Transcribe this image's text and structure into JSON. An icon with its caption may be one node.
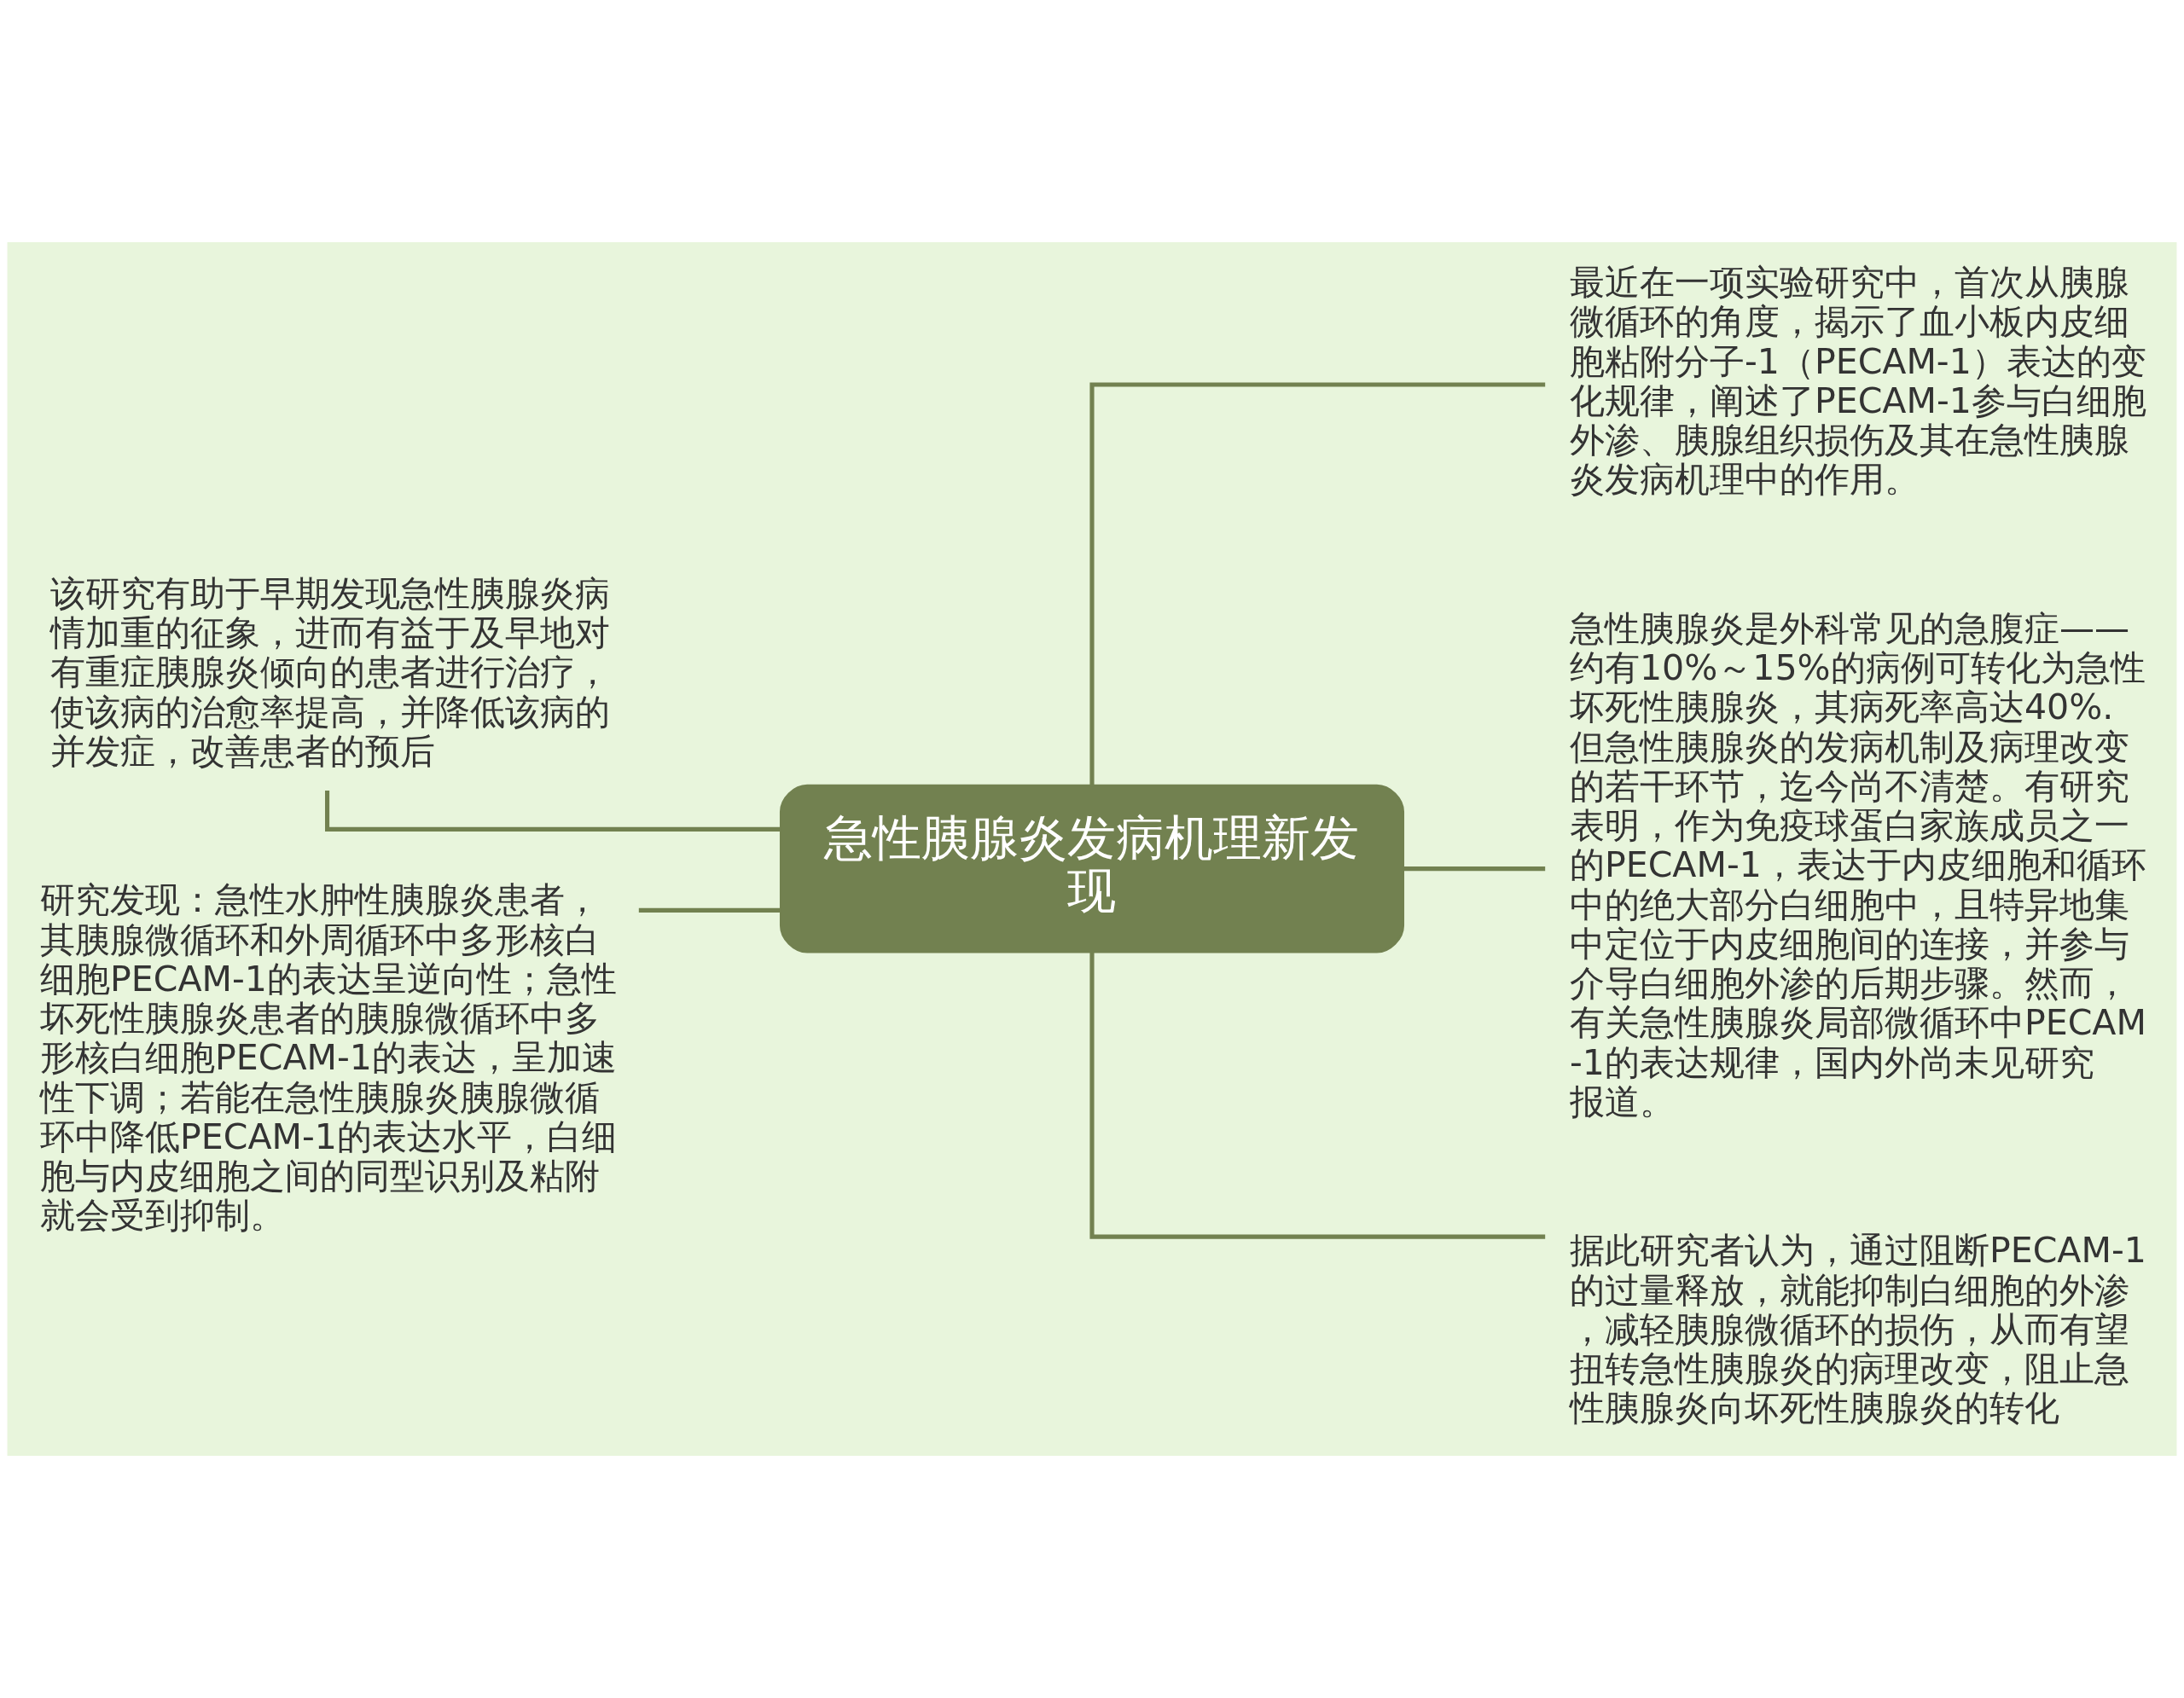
{
  "diagram": {
    "nodes": [
      {
        "text": [
          "急性胰腺炎发病机理新发现"
        ]
      },
      {
        "text": [
          "该研究有助于早期发现急性胰腺炎病情加重的征象，进而有益于及早地对有重症胰腺炎倾向的患者进行治疗，使该病的治愈率提高，并降低该病的并发症，改善患者的预后"
        ]
      },
      {
        "text": [
          "研究发现：急性水肿性胰腺炎患者，其胰腺微循环和外周循环中多形核白细胞PECAM-1的表达呈逆向性；急性坏死性胰腺炎患者的胰腺微循环中多形核白细胞PECAM-1的表达，呈加速性下调；若能在急性胰腺炎胰腺微循环中降低PECAM-1的表达水平，白细胞与内皮细胞之间的同型识别及粘附就会受到抑制。"
        ]
      },
      {
        "text": [
          "最近在一项实验研究中，首次从胰腺微循环的角度，揭示了血小板内皮细胞粘附分子-1（PECAM-1）表达的变化规律，阐述了PECAM-1参与白细胞外渗、胰腺组织损伤及其在急性胰腺炎发病机理中的作用。"
        ]
      },
      {
        "text": [
          "急性胰腺炎是外科常见的急腹症——约有10%～15%的病例可转化为急性坏死性胰腺炎，其病死率高达40%.但急性胰腺炎的发病机制及病理改变的若干环节，迄今尚不清楚。有研究表明，作为免疫球蛋白家族成员之一的PECAM-1，表达于内皮细胞和循环中的绝大部分白细胞中，且特异地集中定位于内皮细胞间的连接，并参与介导白细胞外渗的后期步骤。然而，有关急性胰腺炎局部微循环中PECAM-1的表达规律，国内外尚未见研究报道。"
        ]
      },
      {
        "text": [
          "据此研究者认为，通过阻断PECAM-1的过量释放，就能抑制白细胞的外渗，减轻胰腺微循环的损伤，从而有望扭转急性胰腺炎的病理改变，阻止急性胰腺炎向坏死性胰腺炎的转化"
        ]
      }
    ],
    "edges": [
      {
        "from": 0,
        "to": 1,
        "arrow": "none"
      },
      {
        "from": 0,
        "to": 2,
        "arrow": "none"
      },
      {
        "from": 0,
        "to": 3,
        "arrow": "none"
      },
      {
        "from": 0,
        "to": 4,
        "arrow": "none"
      },
      {
        "from": 0,
        "to": 5,
        "arrow": "none"
      }
    ]
  }
}
